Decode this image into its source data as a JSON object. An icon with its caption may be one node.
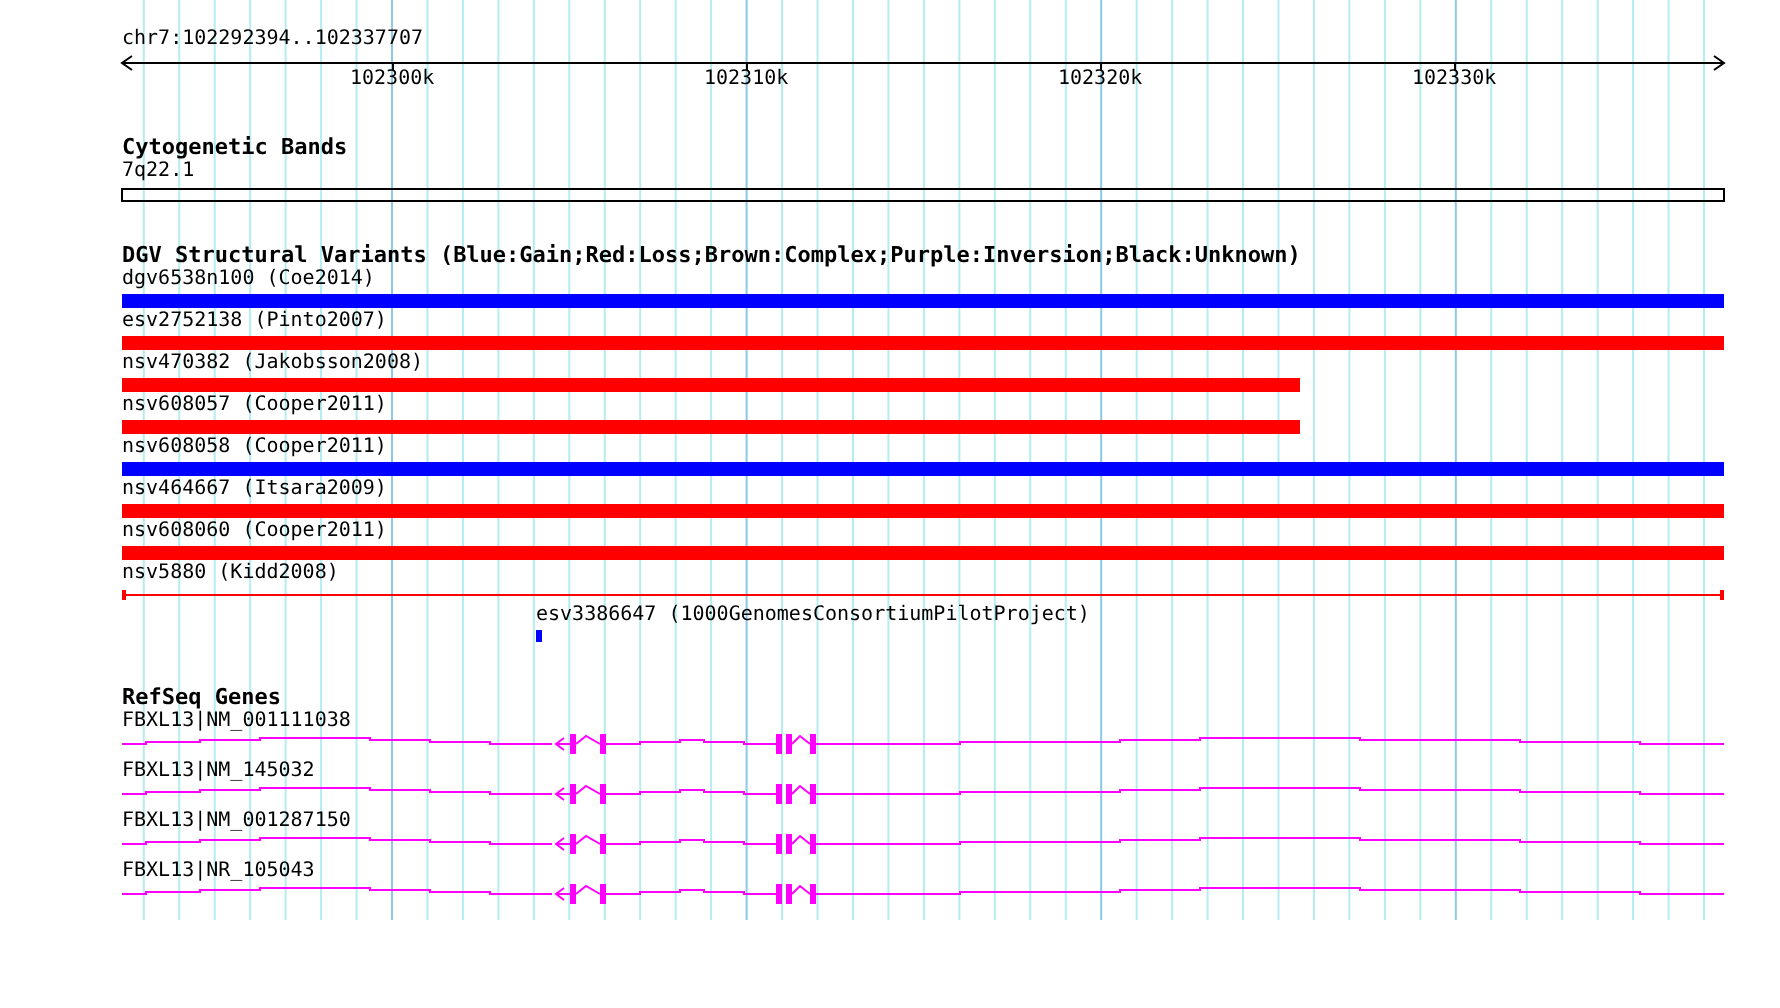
{
  "diagram": {
    "labels": [
      "chr7:102292394..102337707",
      "102300k",
      "102310k",
      "102320k",
      "102330k",
      "Cytogenetic Bands",
      "7q22.1",
      "DGV Structural Variants (Blue:Gain;Red:Loss;Brown:Complex;Purple:Inversion;Black:Unknown)",
      "dgv6538n100 (Coe2014)",
      "esv2752138 (Pinto2007)",
      "nsv470382 (Jakobsson2008)",
      "nsv608057 (Cooper2011)",
      "nsv608058 (Cooper2011)",
      "nsv464667 (Itsara2009)",
      "nsv608060 (Cooper2011)",
      "nsv5880 (Kidd2008)",
      "esv3386647 (1000GenomesConsortiumPilotProject)",
      "RefSeq Genes",
      "FBXL13|NM_001111038",
      "FBXL13|NM_145032",
      "FBXL13|NM_001287150",
      "FBXL13|NR_105043"
    ]
  }
}
